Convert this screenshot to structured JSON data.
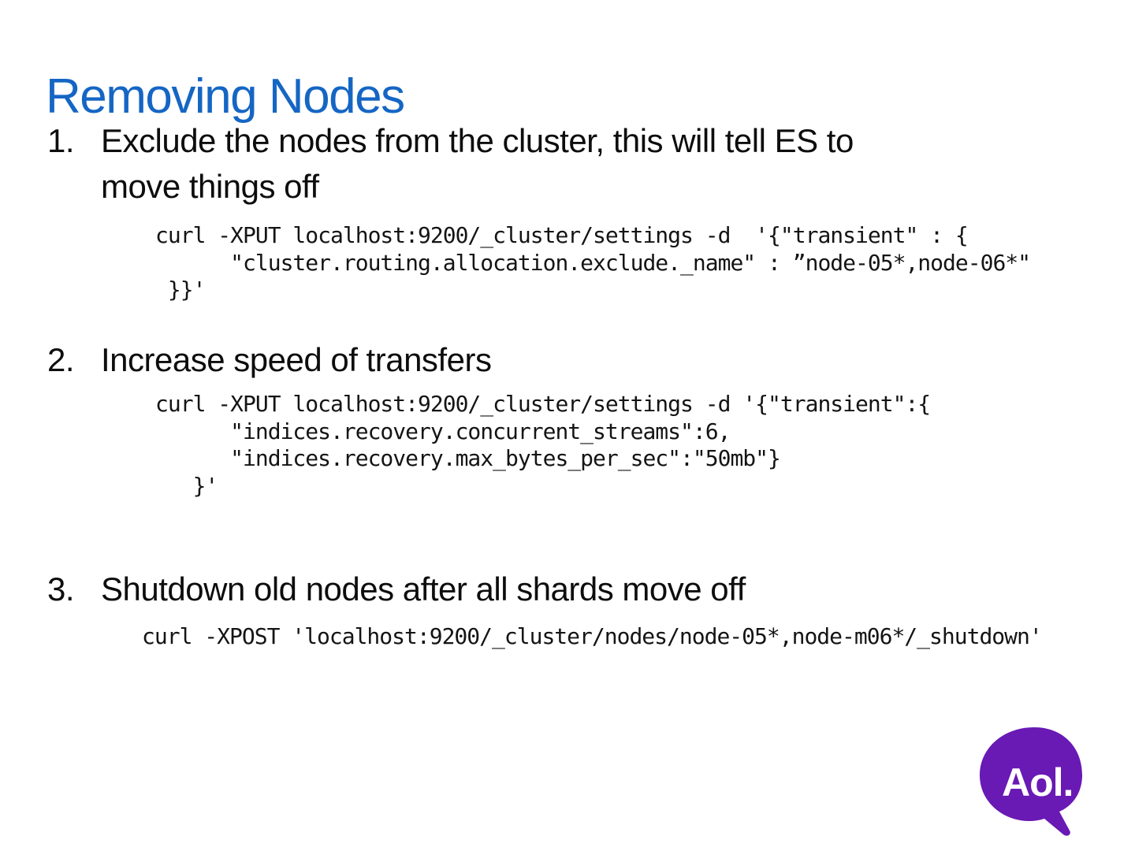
{
  "slide": {
    "title": "Removing Nodes",
    "items": [
      {
        "number": "1.",
        "text": "Exclude the nodes from the cluster, this will tell ES to\nmove things off",
        "code": "curl -XPUT localhost:9200/_cluster/settings -d  '{\"transient\" : {\n      \"cluster.routing.allocation.exclude._name\" : ”node-05*,node-06*\"\n }}'"
      },
      {
        "number": "2.",
        "text": "Increase speed of transfers",
        "code": "curl -XPUT localhost:9200/_cluster/settings -d '{\"transient\":{\n      \"indices.recovery.concurrent_streams\":6,\n      \"indices.recovery.max_bytes_per_sec\":\"50mb\"}\n   }'"
      },
      {
        "number": "3.",
        "text": "Shutdown old nodes after all shards move off",
        "code": "curl -XPOST 'localhost:9200/_cluster/nodes/node-05*,node-m06*/_shutdown'"
      }
    ],
    "logo": {
      "label": "Aol.",
      "bubble_color": "#6919B4",
      "text_color": "#FFFFFF"
    },
    "colors": {
      "title": "#1566C4",
      "body": "#0D0D0D",
      "background": "#FFFFFF"
    }
  }
}
